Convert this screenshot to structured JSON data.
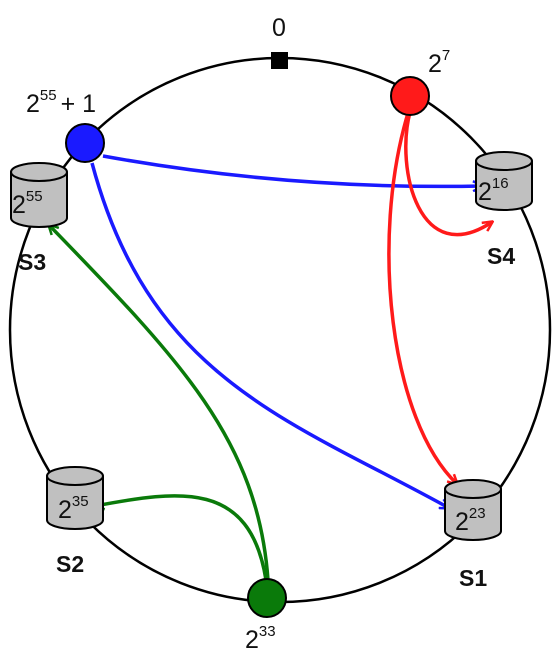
{
  "ring": {
    "origin_label": "0",
    "colors": {
      "ring": "#000000",
      "node_blue": "#1a1aff",
      "node_red": "#ff1a1a",
      "node_green": "#0a7a0a",
      "server_fill": "#c0c0c0"
    }
  },
  "nodes": {
    "red": {
      "base": "2",
      "exp": "7"
    },
    "blue": {
      "base": "2",
      "exp": "55",
      "suffix": "+ 1"
    },
    "green": {
      "base": "2",
      "exp": "33"
    }
  },
  "servers": {
    "s1": {
      "name": "S1",
      "base": "2",
      "exp": "23"
    },
    "s2": {
      "name": "S2",
      "base": "2",
      "exp": "35"
    },
    "s3": {
      "name": "S3",
      "base": "2",
      "exp": "55"
    },
    "s4": {
      "name": "S4",
      "base": "2",
      "exp": "16"
    }
  }
}
